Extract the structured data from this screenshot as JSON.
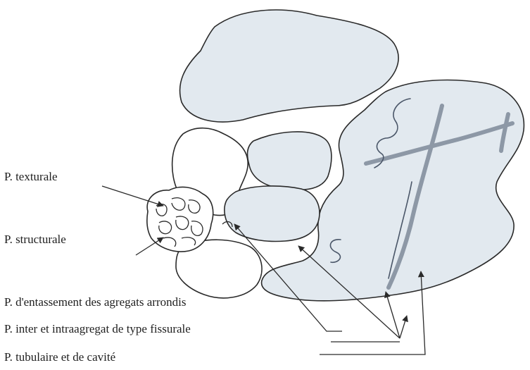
{
  "labels": {
    "texturale": "P. texturale",
    "structurale": "P. structurale",
    "entassement": "P. d'entassement des agregats arrondis",
    "fissurale": "P. inter et intraagregat de type fissurale",
    "tubulaire": "P. tubulaire et de cavité"
  },
  "colors": {
    "aggregate_fill": "#e2e9ef",
    "outline": "#2a2a2a",
    "pore_channel": "#8d98a6"
  }
}
